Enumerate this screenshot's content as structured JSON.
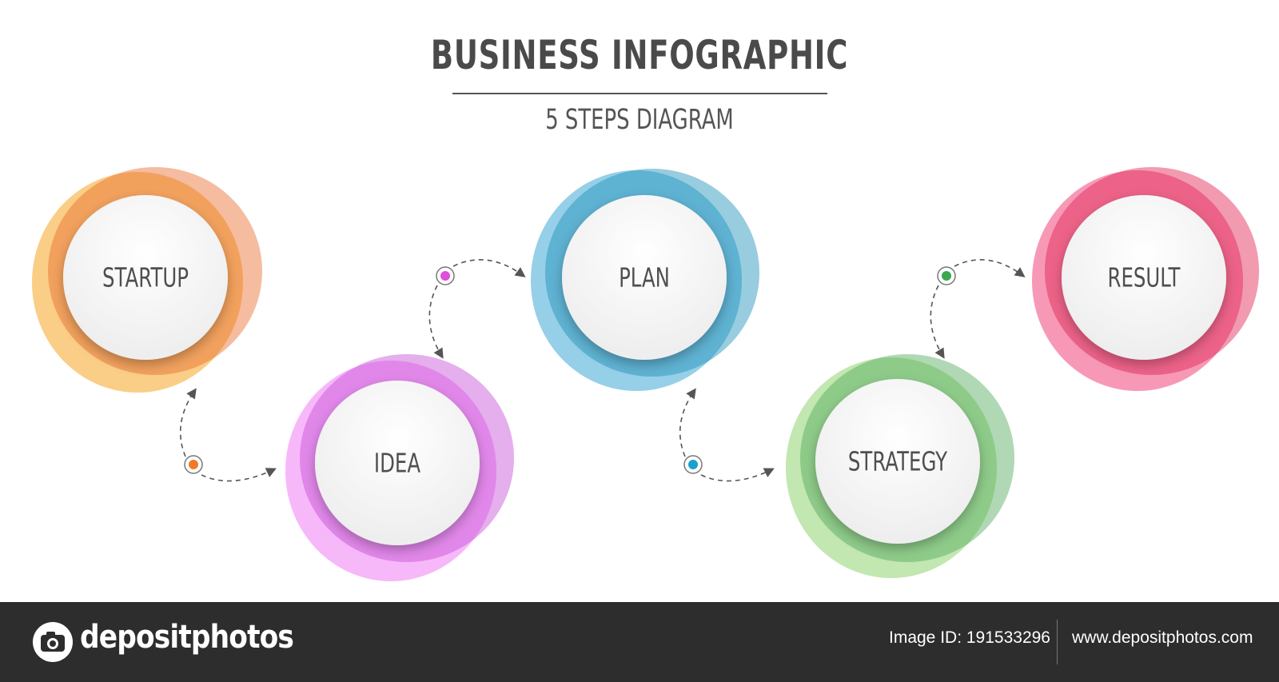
{
  "header": {
    "title": "BUSINESS INFOGRAPHIC",
    "subtitle": "5 STEPS DIAGRAM"
  },
  "steps": [
    {
      "label": "STARTUP",
      "color": "#f5a623",
      "accent": "#e96a2c"
    },
    {
      "label": "IDEA",
      "color": "#f07ef5",
      "accent": "#c64bd6"
    },
    {
      "label": "PLAN",
      "color": "#3fa7d6",
      "accent": "#1b8fb8"
    },
    {
      "label": "STRATEGY",
      "color": "#8fd46f",
      "accent": "#4fa85a"
    },
    {
      "label": "RESULT",
      "color": "#f0457a",
      "accent": "#e11f4f"
    }
  ],
  "connector_colors": [
    "#f07a2a",
    "#e04fd9",
    "#1aa0c9",
    "#3aa84f"
  ],
  "footer": {
    "brand": "depositphotos",
    "image_id": "Image ID: 191533296",
    "site_url": "www.depositphotos.com"
  }
}
